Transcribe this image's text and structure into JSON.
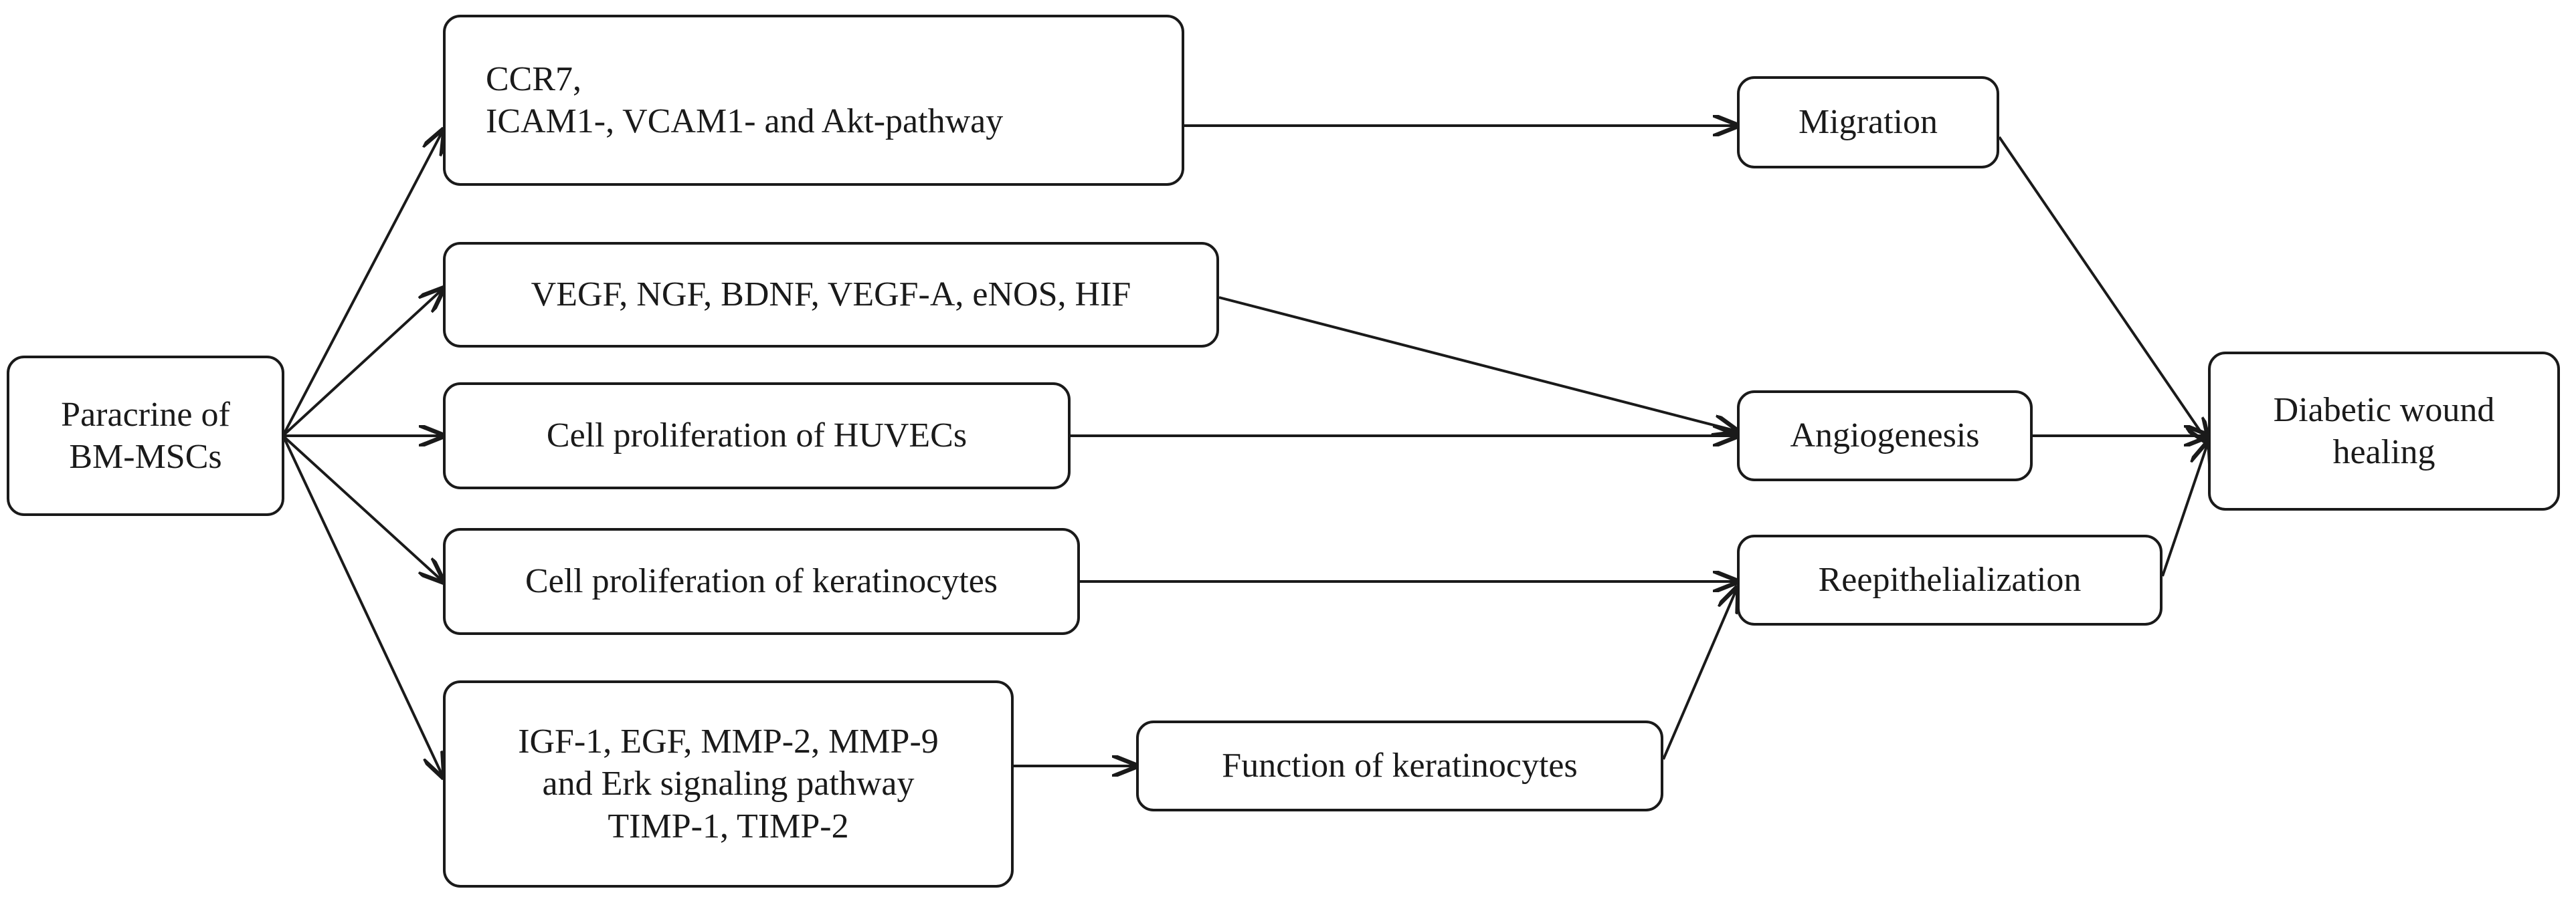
{
  "nodes": {
    "paracrine": {
      "lines": [
        "Paracrine of",
        "BM-MSCs"
      ]
    },
    "ccr7": {
      "lines": [
        "CCR7,",
        "ICAM1-, VCAM1- and Akt-pathway"
      ]
    },
    "vegf": {
      "lines": [
        "VEGF, NGF, BDNF, VEGF-A, eNOS, HIF"
      ]
    },
    "huvec": {
      "lines": [
        "Cell proliferation of HUVECs"
      ]
    },
    "kerat_prolif": {
      "lines": [
        "Cell proliferation of keratinocytes"
      ]
    },
    "igf": {
      "lines": [
        "IGF-1, EGF, MMP-2, MMP-9",
        "and Erk signaling pathway",
        "TIMP-1, TIMP-2"
      ]
    },
    "function_kerat": {
      "lines": [
        "Function of keratinocytes"
      ]
    },
    "migration": {
      "lines": [
        "Migration"
      ]
    },
    "angiogenesis": {
      "lines": [
        "Angiogenesis"
      ]
    },
    "reepithelialization": {
      "lines": [
        "Reepithelialization"
      ]
    },
    "diabetic": {
      "lines": [
        "Diabetic wound",
        "healing"
      ]
    }
  },
  "edges": [
    [
      "paracrine",
      "ccr7"
    ],
    [
      "paracrine",
      "vegf"
    ],
    [
      "paracrine",
      "huvec"
    ],
    [
      "paracrine",
      "kerat_prolif"
    ],
    [
      "paracrine",
      "igf"
    ],
    [
      "ccr7",
      "migration"
    ],
    [
      "vegf",
      "angiogenesis"
    ],
    [
      "huvec",
      "angiogenesis"
    ],
    [
      "kerat_prolif",
      "reepithelialization"
    ],
    [
      "igf",
      "function_kerat"
    ],
    [
      "function_kerat",
      "reepithelialization"
    ],
    [
      "migration",
      "diabetic"
    ],
    [
      "angiogenesis",
      "diabetic"
    ],
    [
      "reepithelialization",
      "diabetic"
    ]
  ]
}
